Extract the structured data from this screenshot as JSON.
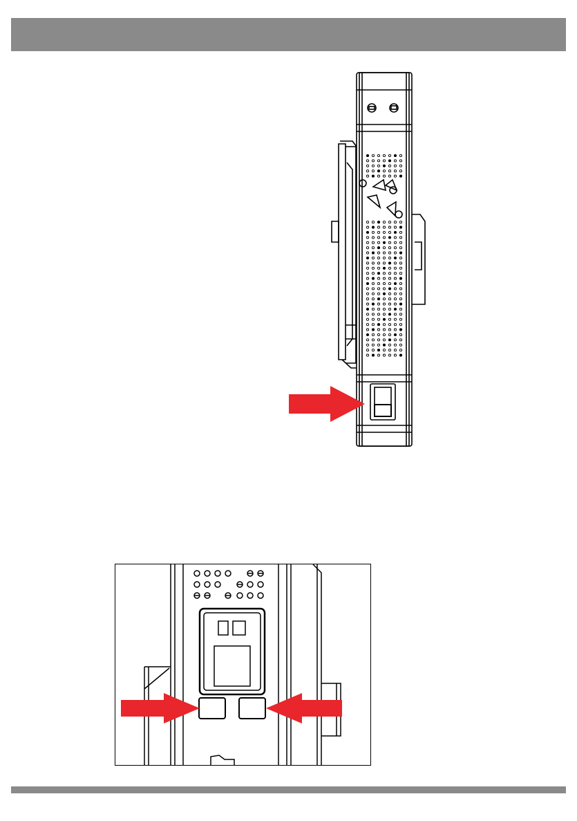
{
  "page": {
    "header_bar_color": "#8a8a8a",
    "footer_bar_color": "#8a8a8a",
    "arrow_color": "#e8262b"
  },
  "figures": [
    {
      "id": "device-side-view",
      "icon": "device-side-view-drawing"
    },
    {
      "id": "device-detail-view",
      "icon": "device-buttons-closeup-drawing"
    }
  ]
}
